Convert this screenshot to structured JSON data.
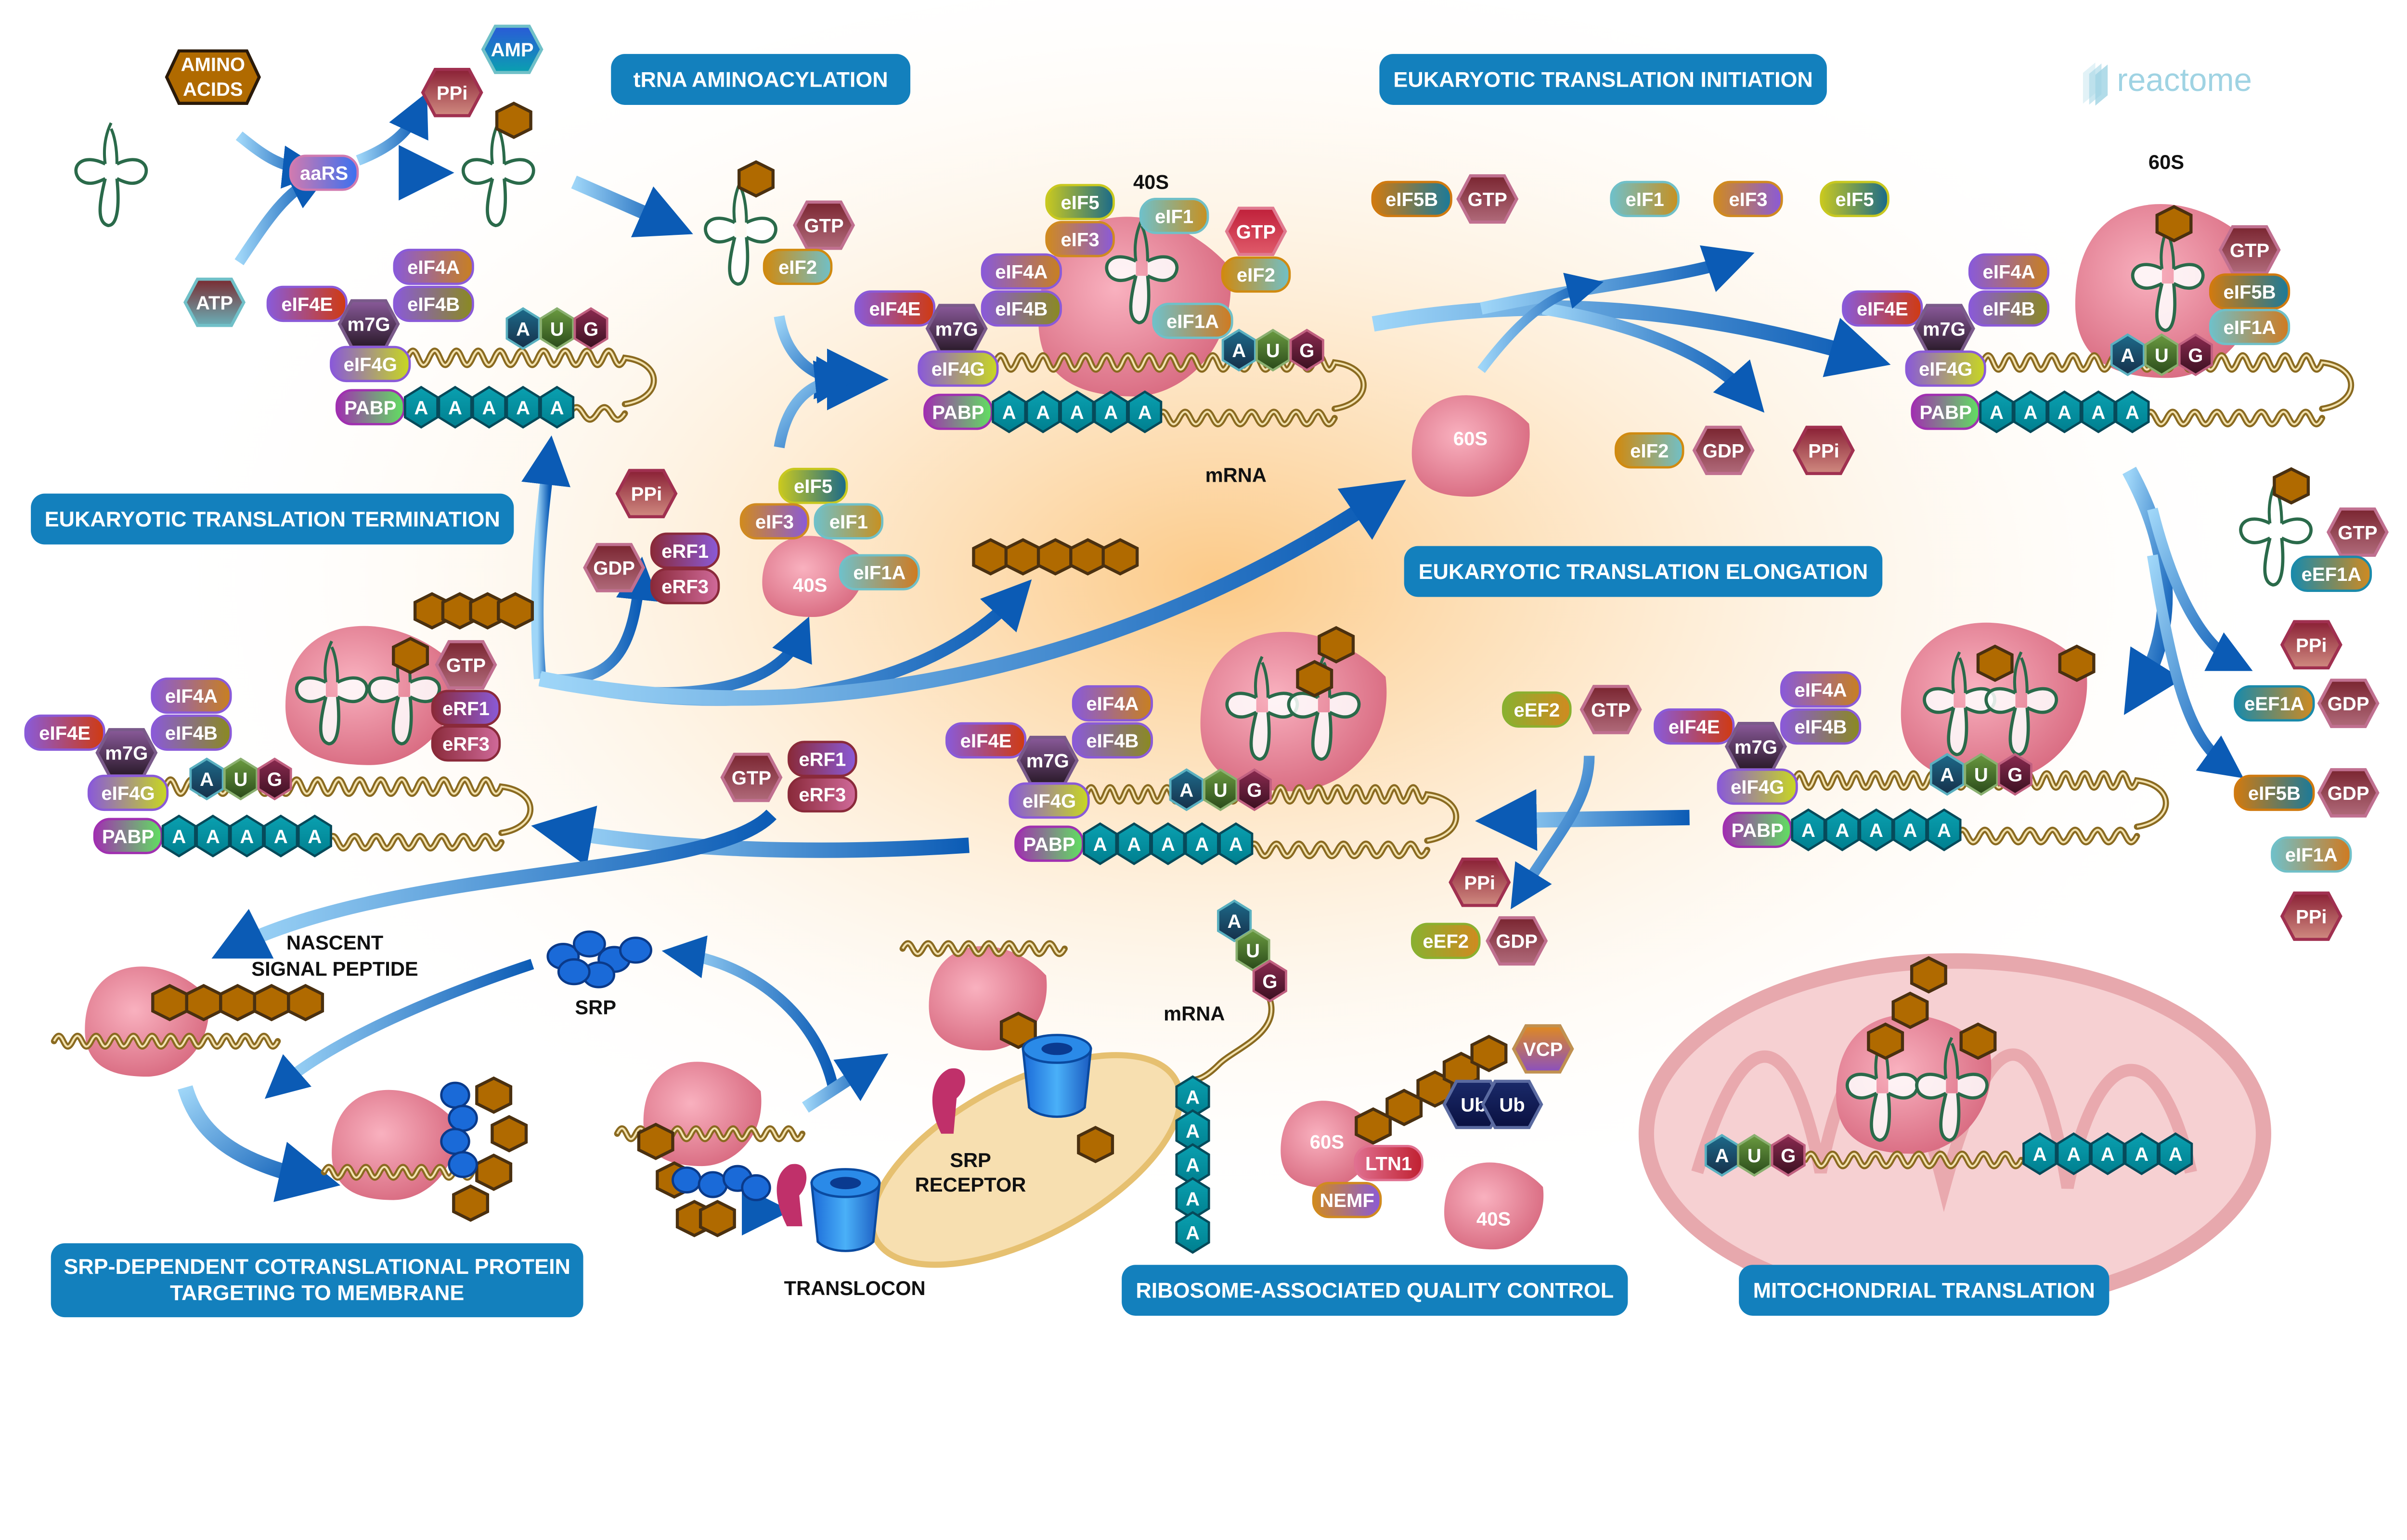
{
  "logo": "reactome",
  "colors": {
    "section_bg": "#1380bd",
    "ribosome": "#e98a9c",
    "mrna": "#8a6a20",
    "arrow": "#0b5bb5",
    "background_glow": "#fcd9a0",
    "trna": "#2a6a4a",
    "amino_acid": "#b06a00",
    "mitochondrion": "#f3c6c8"
  },
  "sections": {
    "trna": "tRNA AMINOACYLATION",
    "initiation": "EUKARYOTIC TRANSLATION INITIATION",
    "termination": "EUKARYOTIC TRANSLATION TERMINATION",
    "elongation": "EUKARYOTIC TRANSLATION ELONGATION",
    "srp": [
      "SRP-DEPENDENT COTRANSLATIONAL PROTEIN",
      "TARGETING TO MEMBRANE"
    ],
    "rqc": "RIBOSOME-ASSOCIATED QUALITY CONTROL",
    "mito": "MITOCHONDRIAL TRANSLATION"
  },
  "aminoacylation": {
    "amino_acids": [
      "AMINO",
      "ACIDS"
    ],
    "entities": [
      "AMP",
      "PPi",
      "aaRS",
      "ATP",
      "GTP",
      "eIF2"
    ]
  },
  "complexes": [
    {
      "eif4e": "eIF4E",
      "eif4a": "eIF4A",
      "eif4b": "eIF4B",
      "m7g": "m7G",
      "eif4g": "eIF4G",
      "codon": [
        "A",
        "U",
        "G"
      ],
      "pabp": "PABP",
      "polya": [
        "A",
        "A",
        "A",
        "A",
        "A"
      ]
    },
    {
      "eif4e": "eIF4E",
      "eif4a": "eIF4A",
      "eif4b": "eIF4B",
      "m7g": "m7G",
      "eif4g": "eIF4G",
      "codon": [
        "A",
        "U",
        "G"
      ],
      "pabp": "PABP",
      "polya": [
        "A",
        "A",
        "A",
        "A",
        "A"
      ]
    },
    {
      "eif4e": "eIF4E",
      "eif4a": "eIF4A",
      "eif4b": "eIF4B",
      "m7g": "m7G",
      "eif4g": "eIF4G",
      "codon": [
        "A",
        "U",
        "G"
      ],
      "pabp": "PABP",
      "polya": [
        "A",
        "A",
        "A",
        "A",
        "A"
      ]
    },
    {
      "eif4e": "eIF4E",
      "eif4a": "eIF4A",
      "eif4b": "eIF4B",
      "m7g": "m7G",
      "eif4g": "eIF4G",
      "codon": [
        "A",
        "U",
        "G"
      ],
      "pabp": "PABP",
      "polya": [
        "A",
        "A",
        "A",
        "A",
        "A"
      ]
    },
    {
      "eif4e": "eIF4E",
      "eif4a": "eIF4A",
      "eif4b": "eIF4B",
      "m7g": "m7G",
      "eif4g": "eIF4G",
      "codon": [
        "A",
        "U",
        "G"
      ],
      "pabp": "PABP",
      "polya": [
        "A",
        "A",
        "A",
        "A",
        "A"
      ]
    },
    {
      "eif4e": "eIF4E",
      "eif4a": "eIF4A",
      "eif4b": "eIF4B",
      "m7g": "m7G",
      "eif4g": "eIF4G",
      "codon": [
        "A",
        "U",
        "G"
      ],
      "pabp": "PABP",
      "polya": [
        "A",
        "A",
        "A",
        "A",
        "A"
      ]
    }
  ],
  "initiation_40s": {
    "label": "40S",
    "mrna_label": "mRNA",
    "entities": [
      "eIF5",
      "eIF3",
      "eIF1",
      "GTP",
      "eIF2",
      "eIF1A"
    ]
  },
  "initiation_free": {
    "entities": [
      "eIF5B",
      "GTP",
      "eIF1",
      "eIF3",
      "eIF5",
      "60S",
      "eIF2",
      "GDP",
      "PPi"
    ]
  },
  "initiation_60s": {
    "label": "60S",
    "entities": [
      "GTP",
      "eIF5B",
      "eIF1A"
    ]
  },
  "elongation_right": {
    "entities": [
      "GTP",
      "eEF1A",
      "PPi",
      "eEF1A",
      "GDP",
      "eIF5B",
      "GDP",
      "eIF1A",
      "PPi"
    ]
  },
  "elongation_mid": {
    "entities": [
      "eEF2",
      "GTP",
      "PPi",
      "eEF2",
      "GDP"
    ]
  },
  "termination": {
    "entities": [
      "PPi",
      "GDP",
      "eRF1",
      "eRF3",
      "eIF5",
      "eIF3",
      "eIF1",
      "eIF1A",
      "40S",
      "GTP",
      "eRF1",
      "eRF3",
      "GTP",
      "eRF1",
      "eRF3"
    ]
  },
  "srp": {
    "nascent": [
      "NASCENT",
      "SIGNAL PEPTIDE"
    ],
    "srp": "SRP",
    "receptor": [
      "SRP",
      "RECEPTOR"
    ],
    "translocon": "TRANSLOCON"
  },
  "rqc": {
    "mrna": "mRNA",
    "codon": [
      "A",
      "U",
      "G"
    ],
    "polya": [
      "A",
      "A",
      "A",
      "A",
      "A"
    ],
    "entities": [
      "VCP",
      "Ub",
      "Ub",
      "60S",
      "LTN1",
      "NEMF",
      "40S"
    ]
  },
  "mito": {
    "codon": [
      "A",
      "U",
      "G"
    ],
    "polya": [
      "A",
      "A",
      "A",
      "A",
      "A"
    ]
  }
}
